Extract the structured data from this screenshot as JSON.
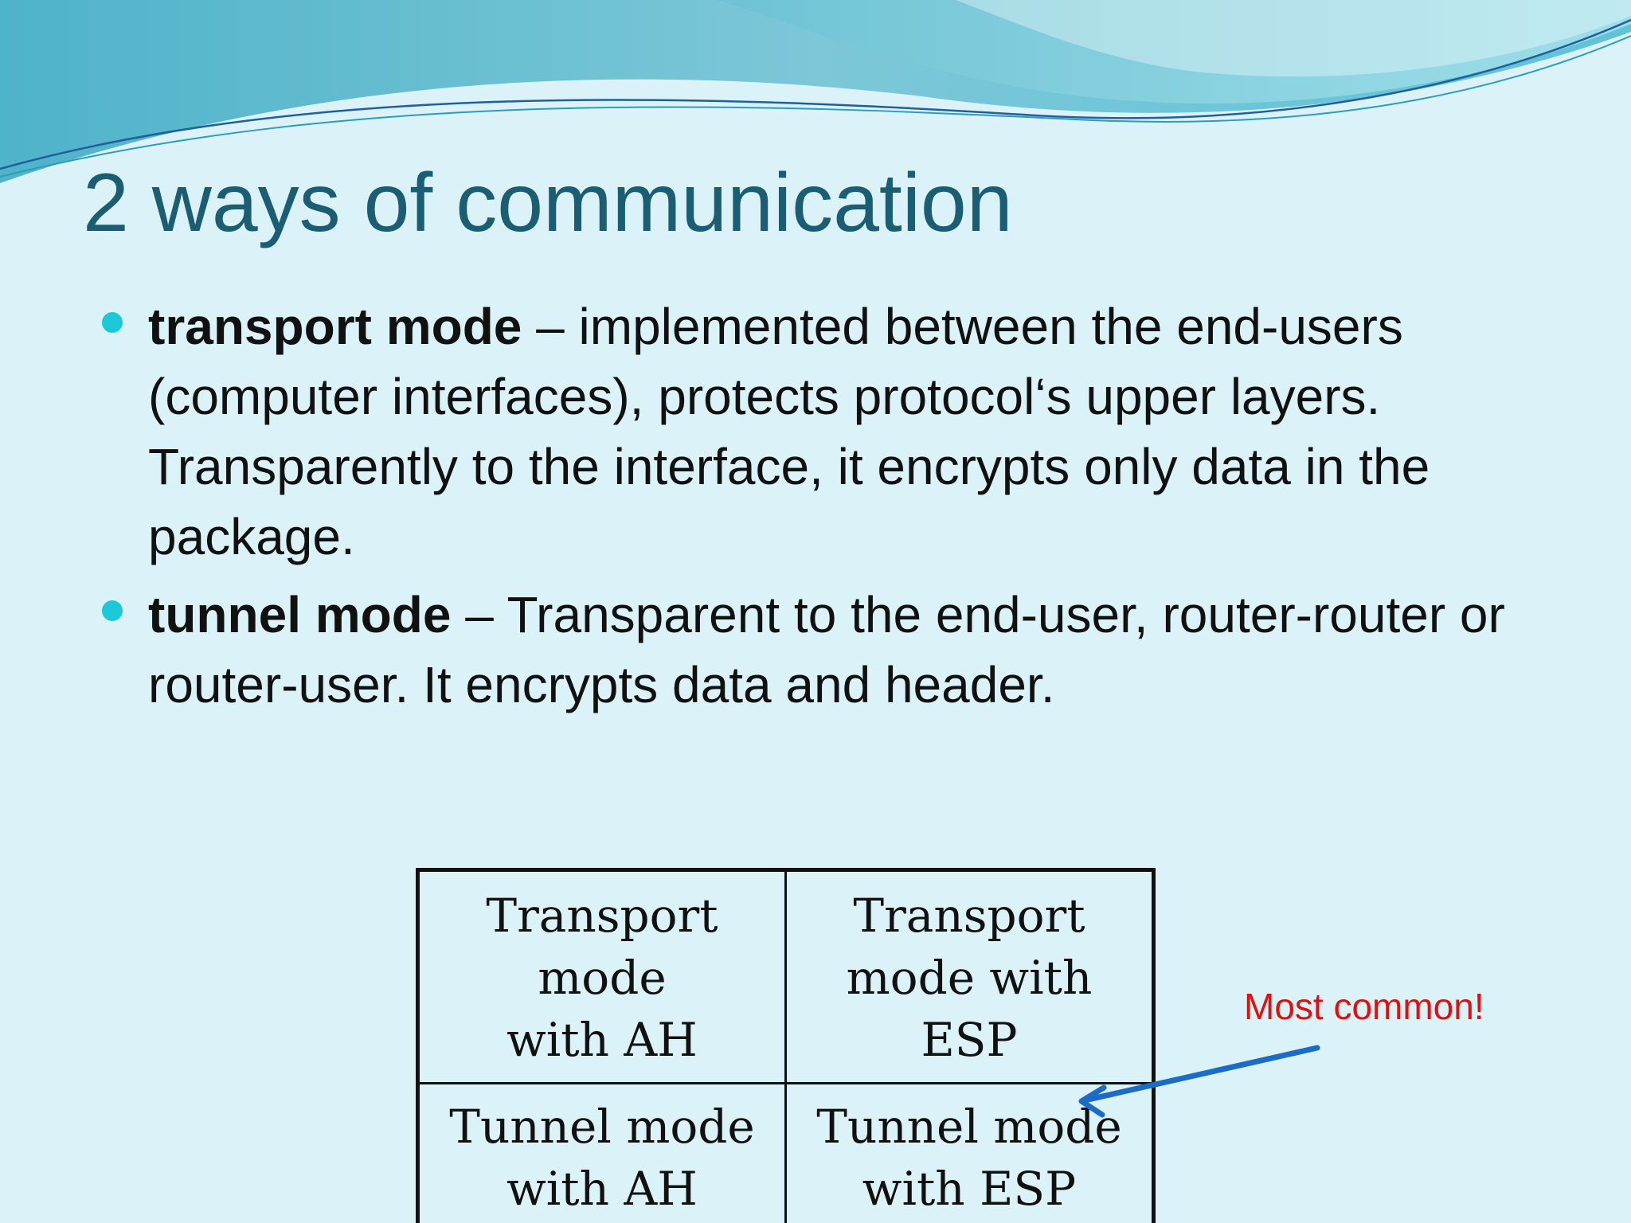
{
  "slide": {
    "title": "2 ways of communication",
    "bullets": [
      {
        "term": "transport mode",
        "text": " – implemented between the end-users (computer interfaces), protects protocol‘s upper layers. Transparently to the interface, it encrypts only data in the package."
      },
      {
        "term": "tunnel mode",
        "text": " – Transparent to the end-user, router-router or router-user. It encrypts data and header."
      }
    ],
    "table": {
      "rows": [
        [
          [
            "Transport",
            "mode",
            "with AH"
          ],
          [
            "Transport",
            "mode with ESP"
          ]
        ],
        [
          [
            "Tunnel mode",
            "with AH"
          ],
          [
            "Tunnel mode",
            "with ESP"
          ]
        ]
      ]
    },
    "callout": {
      "text": "Most common!",
      "color": "#e01010",
      "arrow_color": "#1a6cc6"
    },
    "colors": {
      "background": "#dbf3f8",
      "title": "#1b5e73",
      "bullet_dot": "#1cc8d8"
    }
  }
}
